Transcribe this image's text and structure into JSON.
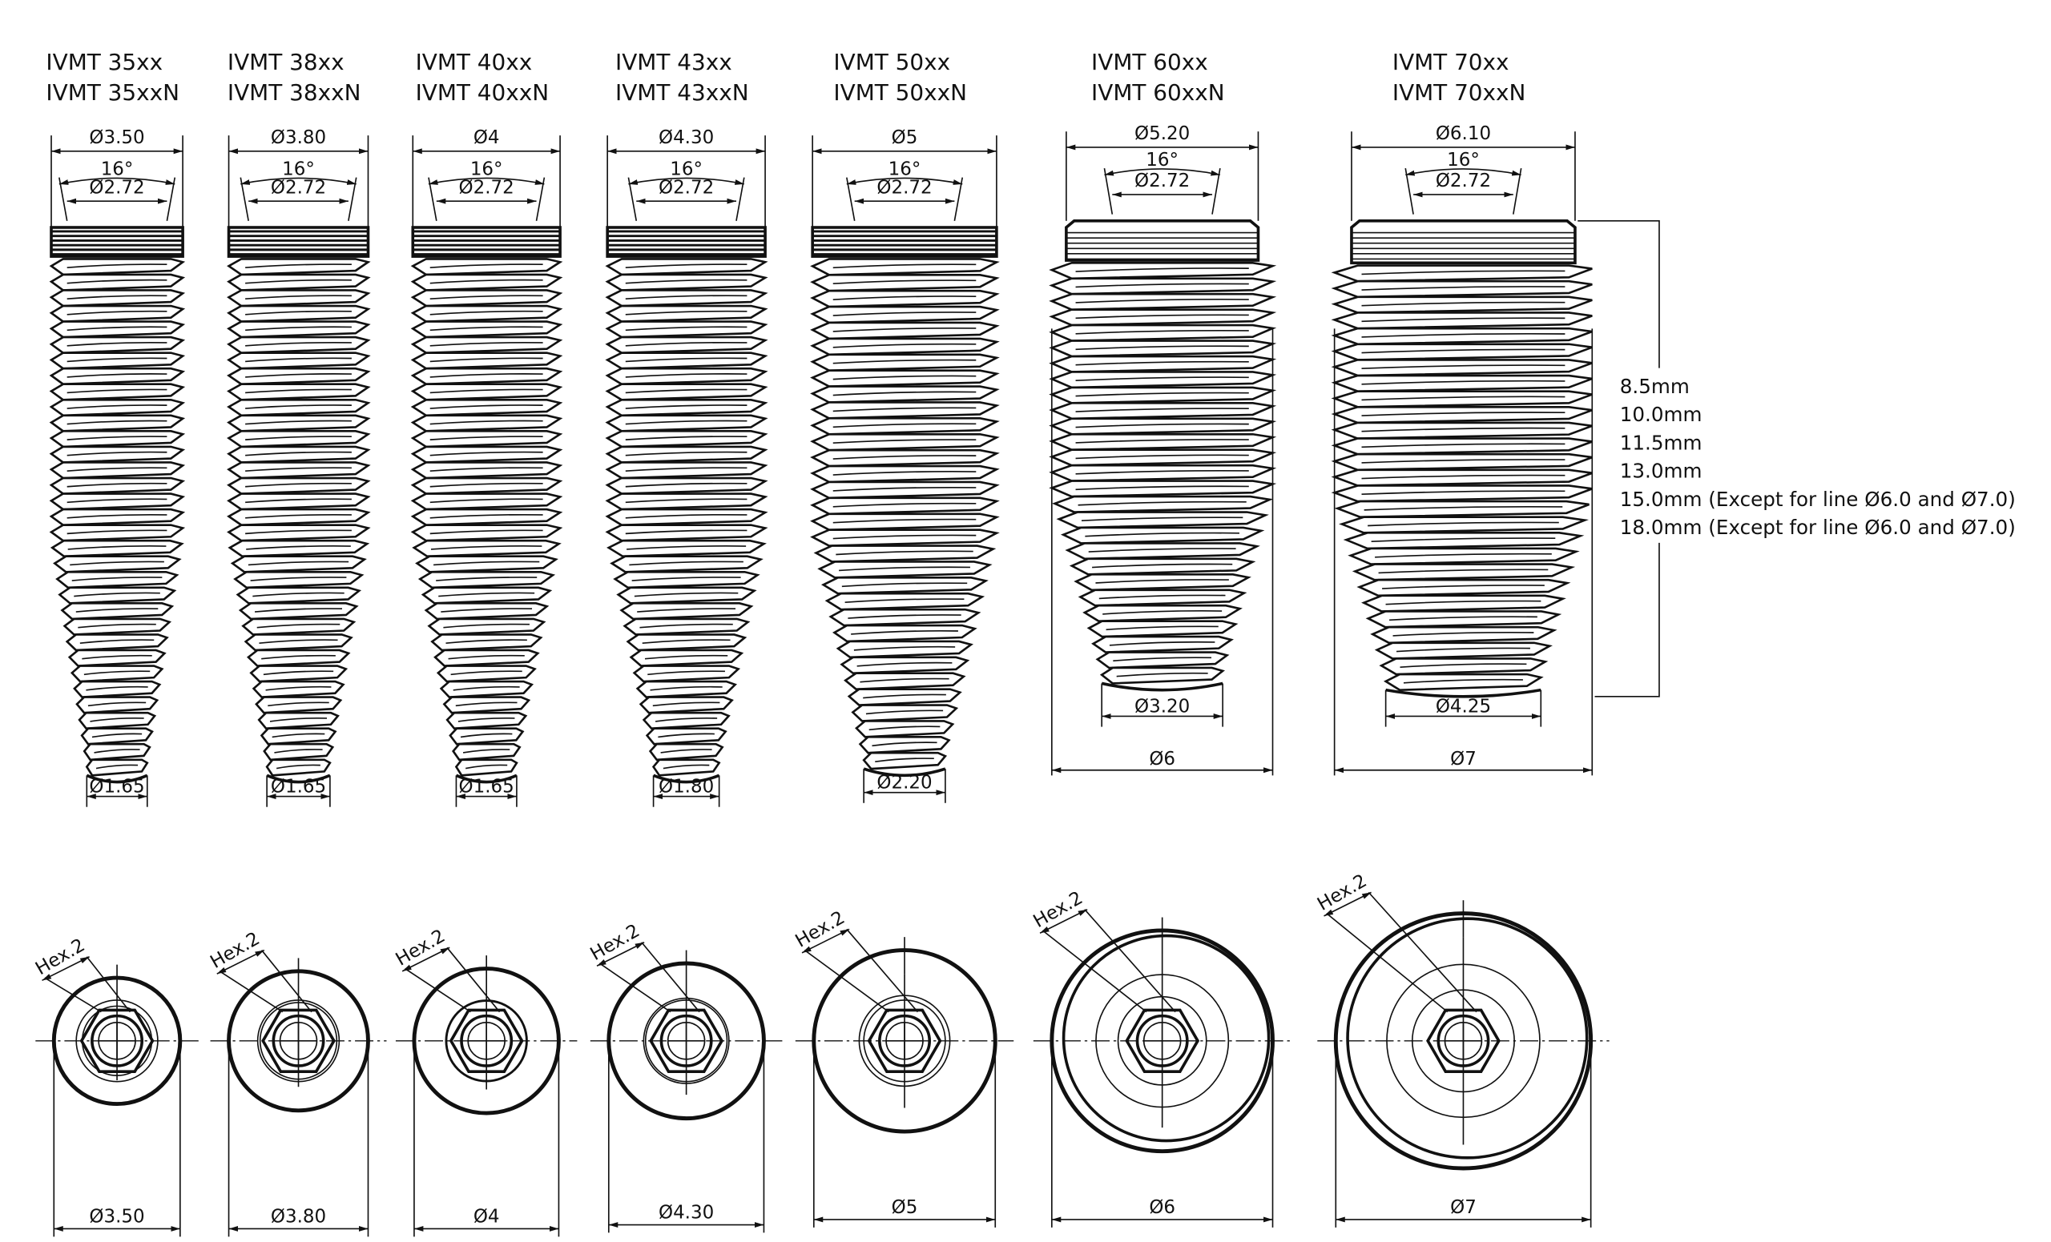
{
  "implants": [
    {
      "model": "IVMT 35xx",
      "model_n": "IVMT 35xxN",
      "top_dia": "Ø3.50",
      "angle": "16°",
      "inner_dia": "Ø2.72",
      "apex_dia": "Ø1.65",
      "view_dia": "Ø3.50",
      "hex": "Hex.2"
    },
    {
      "model": "IVMT 38xx",
      "model_n": "IVMT 38xxN",
      "top_dia": "Ø3.80",
      "angle": "16°",
      "inner_dia": "Ø2.72",
      "apex_dia": "Ø1.65",
      "view_dia": "Ø3.80",
      "hex": "Hex.2"
    },
    {
      "model": "IVMT 40xx",
      "model_n": "IVMT 40xxN",
      "top_dia": "Ø4",
      "angle": "16°",
      "inner_dia": "Ø2.72",
      "apex_dia": "Ø1.65",
      "view_dia": "Ø4",
      "hex": "Hex.2"
    },
    {
      "model": "IVMT 43xx",
      "model_n": "IVMT 43xxN",
      "top_dia": "Ø4.30",
      "angle": "16°",
      "inner_dia": "Ø2.72",
      "apex_dia": "Ø1.80",
      "view_dia": "Ø4.30",
      "hex": "Hex.2"
    },
    {
      "model": "IVMT 50xx",
      "model_n": "IVMT 50xxN",
      "top_dia": "Ø5",
      "angle": "16°",
      "inner_dia": "Ø2.72",
      "apex_dia": "Ø2.20",
      "view_dia": "Ø5",
      "hex": "Hex.2"
    },
    {
      "model": "IVMT 60xx",
      "model_n": "IVMT 60xxN",
      "top_dia": "Ø5.20",
      "angle": "16°",
      "inner_dia": "Ø2.72",
      "apex_dia": "Ø3.20",
      "body_dia": "Ø6",
      "view_dia": "Ø6",
      "hex": "Hex.2"
    },
    {
      "model": "IVMT 70xx",
      "model_n": "IVMT 70xxN",
      "top_dia": "Ø6.10",
      "angle": "16°",
      "inner_dia": "Ø2.72",
      "apex_dia": "Ø4.25",
      "body_dia": "Ø7",
      "view_dia": "Ø7",
      "hex": "Hex.2"
    }
  ],
  "lengths": [
    "8.5mm",
    "10.0mm",
    "11.5mm",
    "13.0mm",
    "15.0mm (Except for line Ø6.0 and Ø7.0)",
    "18.0mm (Except for line Ø6.0 and Ø7.0)"
  ]
}
